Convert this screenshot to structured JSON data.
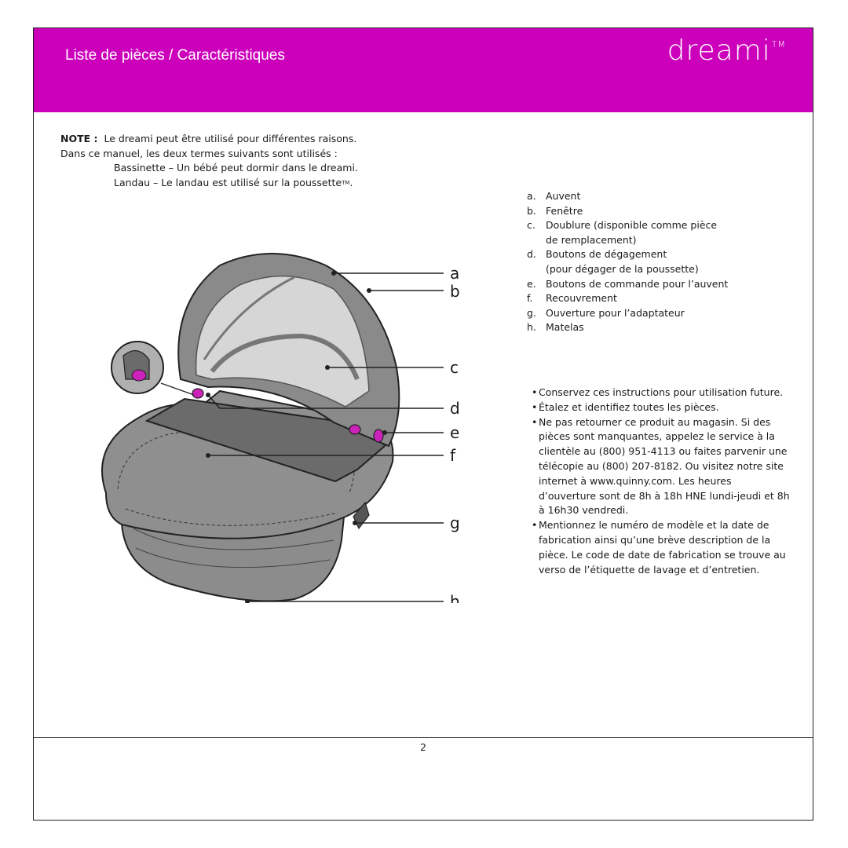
{
  "header": {
    "title": "Liste de pièces / Caractéristiques",
    "brand": "dreami",
    "brand_tm": "TM",
    "background_color": "#cc00bb"
  },
  "note": {
    "label": "NOTE :",
    "line1": "Le dreami peut être utilisé pour différentes raisons.",
    "line2": "Dans ce manuel, les deux termes suivants sont utilisés :",
    "line3": "Bassinette – Un bébé peut dormir dans le dreami.",
    "line4": "Landau – Le landau est utilisé sur la poussette",
    "line4_tm": "TM",
    "line4_end": "."
  },
  "diagram": {
    "callouts": [
      "a",
      "b",
      "c",
      "d",
      "e",
      "f",
      "g",
      "h"
    ],
    "accent_color": "#cc22bb"
  },
  "parts": [
    {
      "letter": "a.",
      "text": "Auvent"
    },
    {
      "letter": "b.",
      "text": "Fenêtre"
    },
    {
      "letter": "c.",
      "text": "Doublure (disponible comme pièce"
    },
    {
      "letter": "",
      "text": "de remplacement)"
    },
    {
      "letter": "d.",
      "text": "Boutons de dégagement"
    },
    {
      "letter": "",
      "text": "(pour dégager de la poussette)"
    },
    {
      "letter": "e.",
      "text": "Boutons de commande pour l’auvent"
    },
    {
      "letter": "f.",
      "text": "Recouvrement"
    },
    {
      "letter": "g.",
      "text": "Ouverture pour l’adaptateur"
    },
    {
      "letter": "h.",
      "text": "Matelas"
    }
  ],
  "bullets": [
    "Conservez ces instructions pour utilisation future.",
    "Étalez et identifiez toutes les pièces.",
    "Ne pas retourner ce produit au magasin. Si des pièces sont manquantes, appelez le service à la clientèle au (800) 951-4113 ou faites parvenir une télécopie au (800) 207-8182. Ou visitez notre site internet à www.quinny.com. Les heures d’ouverture sont de 8h à 18h HNE lundi-jeudi et 8h à 16h30 vendredi.",
    "Mentionnez le numéro de modèle et la date de fabrication ainsi qu’une brève description de la pièce.  Le code de date de fabrication se trouve au verso de l’étiquette de lavage et d’entretien."
  ],
  "page_number": "2"
}
